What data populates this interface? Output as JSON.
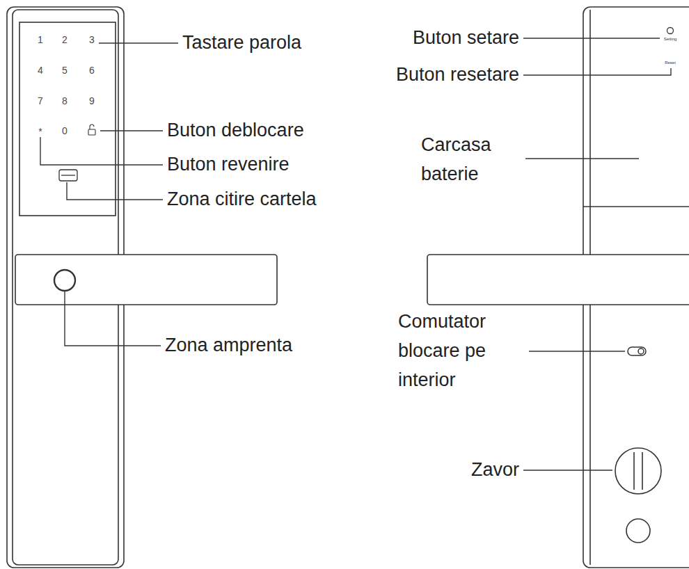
{
  "diagram": {
    "labels": [
      "1",
      "2",
      "3",
      "4",
      "5",
      "6",
      "7",
      "8",
      "9",
      "*",
      "0",
      "Tastare parola",
      "Buton deblocare",
      "Buton revenire",
      "Zona citire cartela",
      "Zona amprenta",
      "Setting",
      "Reset",
      "Buton setare",
      "Buton resetare",
      "Carcasa baterie",
      "Comutator blocare pe interior",
      "Zavor"
    ]
  }
}
